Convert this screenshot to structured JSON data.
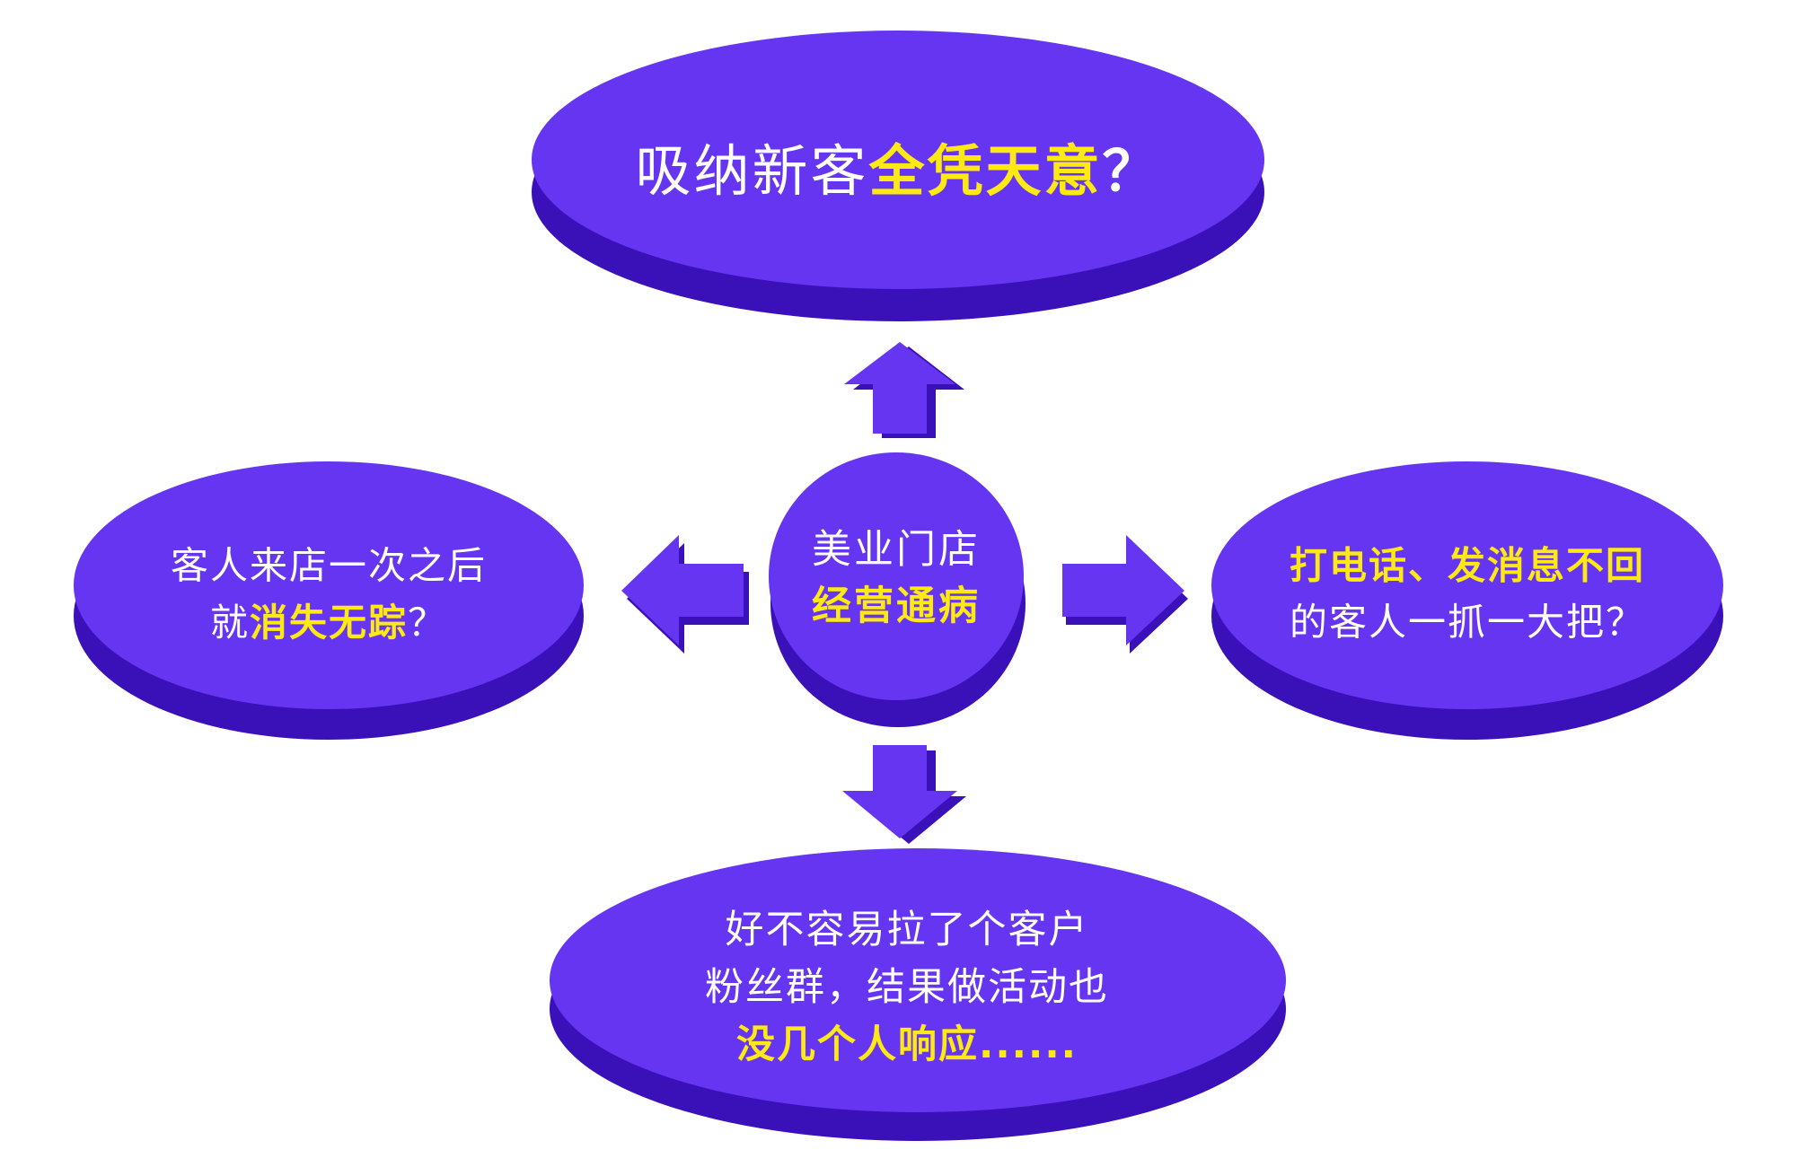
{
  "colors": {
    "face": "#6535F2",
    "shadow": "#3A10B8",
    "highlight": "#FFE914",
    "text": "#FFFFFF"
  },
  "top": {
    "plain": "吸纳新客",
    "highlight": "全凭天意",
    "end": "？"
  },
  "center": {
    "line1": "美业门店",
    "line2": "经营通病"
  },
  "left": {
    "line1": "客人来店一次之后",
    "line2_plain": "就",
    "line2_highlight": "消失无踪",
    "line2_end": "？"
  },
  "right": {
    "line1_highlight": "打电话、发消息不回",
    "line2": "的客人一抓一大把？"
  },
  "bottom": {
    "line1": "好不容易拉了个客户",
    "line2": "粉丝群，结果做活动也",
    "line3_highlight": "没几个人响应......"
  }
}
